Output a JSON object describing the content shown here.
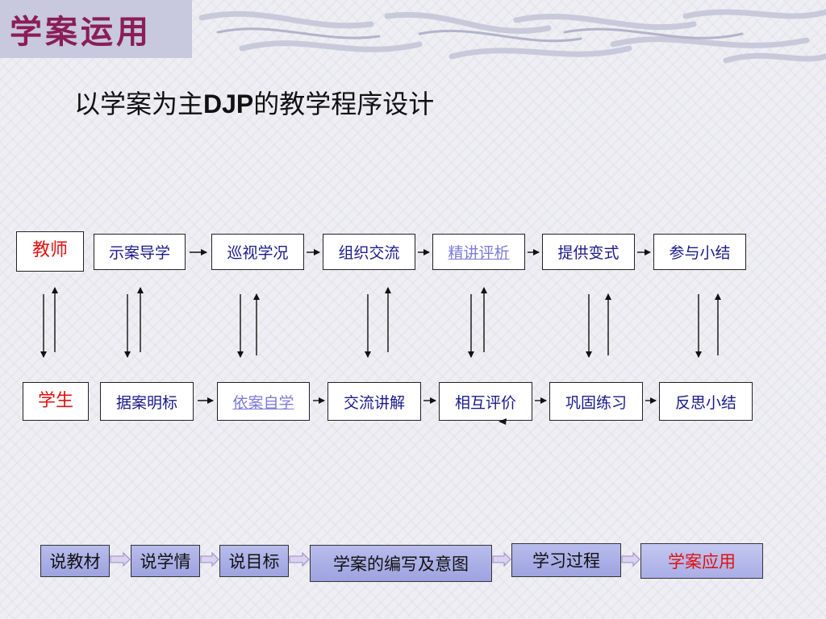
{
  "header": {
    "section_title": "学案运用",
    "main_title_pre": "以学案为主",
    "main_title_bold": "DJP",
    "main_title_post": "的教学程序设计"
  },
  "teacher_row": {
    "label": "教师",
    "steps": [
      "示案导学",
      "巡视学况",
      "组织交流",
      "精讲评析",
      "提供变式",
      "参与小结"
    ]
  },
  "student_row": {
    "label": "学生",
    "steps": [
      "据案明标",
      "依案自学",
      "交流讲解",
      "相互评价",
      "巩固练习",
      "反思小结"
    ]
  },
  "nav": {
    "items": [
      "说教材",
      "说学情",
      "说目标",
      "学案的编写及意图",
      "学习过程",
      "学案应用"
    ]
  },
  "colors": {
    "section_title": "#8a1d5a",
    "step_text": "#1a1a8a",
    "role_text": "#e01010",
    "link_text": "#7b7bd9",
    "nav_active": "#e01010"
  }
}
